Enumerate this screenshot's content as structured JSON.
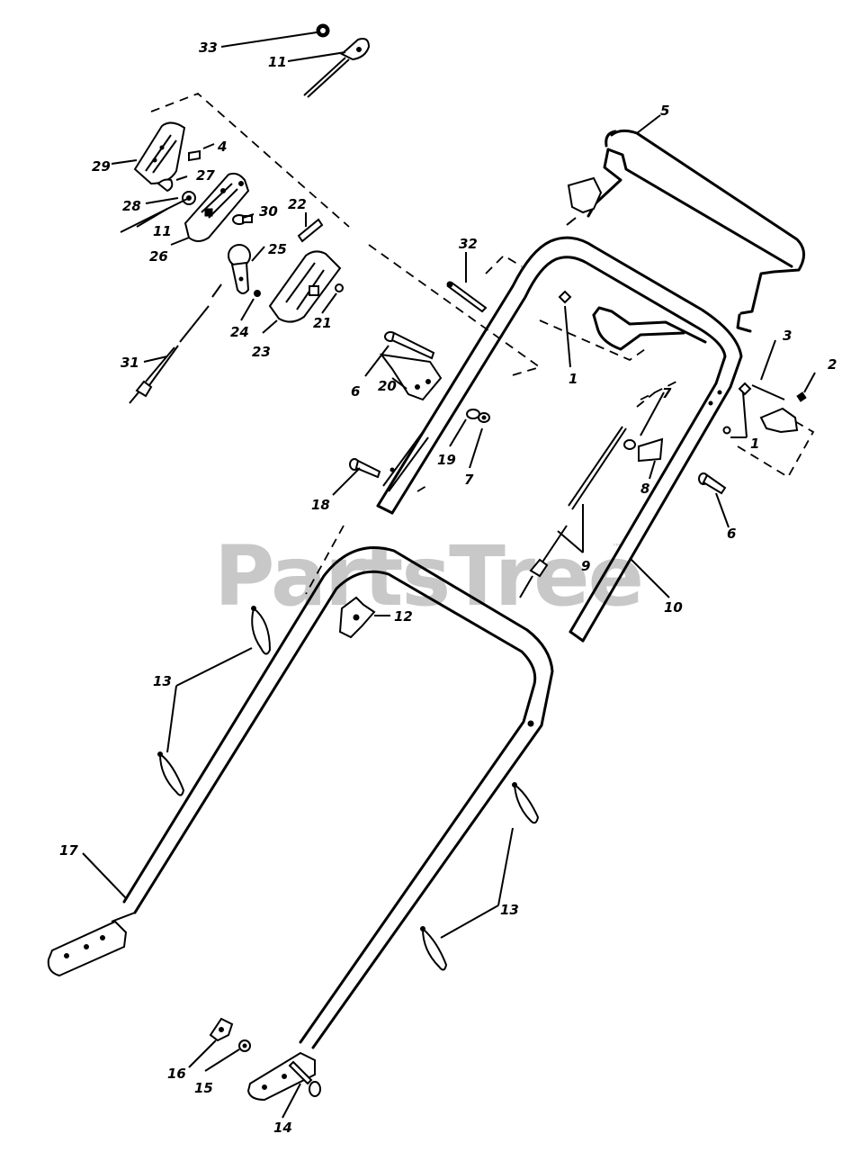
{
  "watermark": {
    "text": "PartsTree",
    "trademark": "™"
  },
  "labels": {
    "l33": "33",
    "l11a": "11",
    "l4": "4",
    "l29": "29",
    "l27": "27",
    "l28": "28",
    "l11b": "11",
    "l30": "30",
    "l26": "26",
    "l22": "22",
    "l25": "25",
    "l24": "24",
    "l21": "21",
    "l23": "23",
    "l31": "31",
    "l32": "32",
    "l5": "5",
    "l1a": "1",
    "l6a": "6",
    "l20": "20",
    "l3": "3",
    "l2": "2",
    "l7a": "7",
    "l1b": "1",
    "l19": "19",
    "l7b": "7",
    "l8": "8",
    "l18": "18",
    "l6b": "6",
    "l9": "9",
    "l10": "10",
    "l12": "12",
    "l13a": "13",
    "l17": "17",
    "l13b": "13",
    "l16": "16",
    "l15": "15",
    "l14": "14"
  }
}
